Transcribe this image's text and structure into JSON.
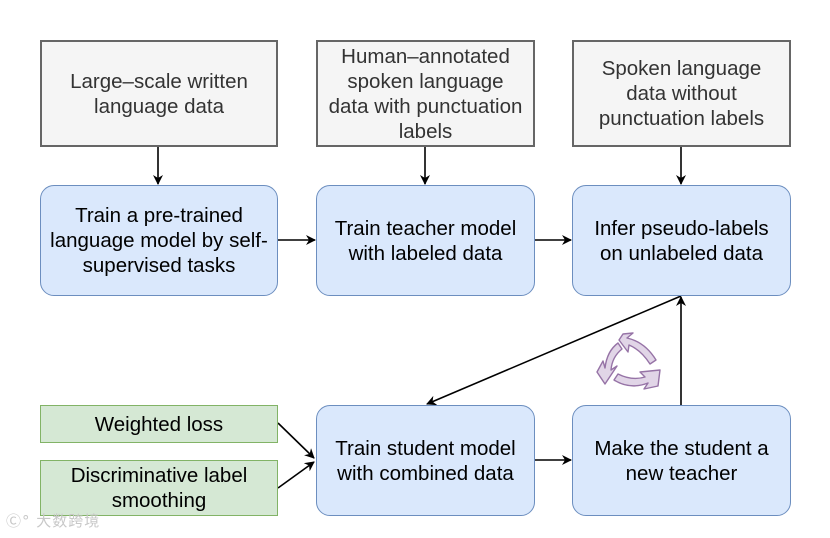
{
  "diagram": {
    "inputs": [
      {
        "id": "written-data",
        "label": "Large–scale written language data"
      },
      {
        "id": "annotated-spoken-data",
        "label": "Human–annotated spoken language data with punctuation labels"
      },
      {
        "id": "unlabeled-spoken-data",
        "label": "Spoken language data without punctuation labels"
      }
    ],
    "steps": [
      {
        "id": "pretrain",
        "label": "Train a pre-trained language model by self-supervised tasks"
      },
      {
        "id": "train-teacher",
        "label": "Train teacher model with labeled data"
      },
      {
        "id": "infer-pseudo",
        "label": "Infer pseudo-labels on unlabeled data"
      },
      {
        "id": "train-student",
        "label": "Train student model with combined data"
      },
      {
        "id": "new-teacher",
        "label": "Make the student a new teacher"
      }
    ],
    "techniques": [
      {
        "id": "weighted-loss",
        "label": "Weighted loss"
      },
      {
        "id": "label-smoothing",
        "label": "Discriminative label smoothing"
      }
    ],
    "edges": [
      {
        "from": "written-data",
        "to": "pretrain"
      },
      {
        "from": "annotated-spoken-data",
        "to": "train-teacher"
      },
      {
        "from": "unlabeled-spoken-data",
        "to": "infer-pseudo"
      },
      {
        "from": "pretrain",
        "to": "train-teacher"
      },
      {
        "from": "train-teacher",
        "to": "infer-pseudo"
      },
      {
        "from": "infer-pseudo",
        "to": "train-student"
      },
      {
        "from": "train-student",
        "to": "new-teacher"
      },
      {
        "from": "new-teacher",
        "to": "infer-pseudo"
      },
      {
        "from": "weighted-loss",
        "to": "train-student"
      },
      {
        "from": "label-smoothing",
        "to": "train-student"
      }
    ],
    "cycle_icon": "recycle-arrows-icon",
    "colors": {
      "input_fill": "#f5f5f5",
      "input_stroke": "#666666",
      "step_fill": "#dae8fc",
      "step_stroke": "#6c8ebf",
      "technique_fill": "#d5e8d4",
      "technique_stroke": "#82b366",
      "cycle_fill": "#e1d5e7",
      "cycle_stroke": "#9673a6"
    }
  },
  "watermark": "大数跨境"
}
